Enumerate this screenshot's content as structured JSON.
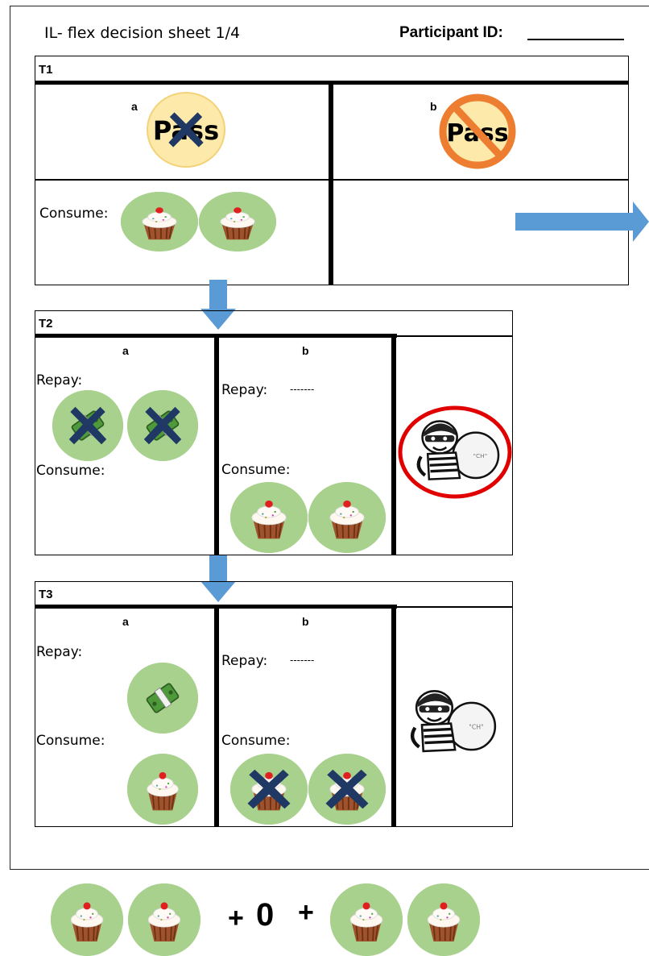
{
  "header": {
    "title": "IL- flex decision sheet 1/4",
    "participant_label": "Participant ID:"
  },
  "t1": {
    "label": "T1",
    "col_a": "a",
    "col_b": "b",
    "consume_label": "Consume:",
    "pass_text": "Pass"
  },
  "t2": {
    "label": "T2",
    "col_a": "a",
    "col_b": "b",
    "repay_a": "Repay:",
    "consume_a": "Consume:",
    "repay_b": "Repay:",
    "repay_b_dash": "-------",
    "consume_b": "Consume:"
  },
  "t3": {
    "label": "T3",
    "col_a": "a",
    "col_b": "b",
    "repay_a": "Repay:",
    "consume_a": "Consume:",
    "repay_b": "Repay:",
    "repay_b_dash": "-------",
    "consume_b": "Consume:"
  },
  "summary": {
    "plus1": "+",
    "zero": "0",
    "plus2": "+"
  },
  "icons": {
    "cupcake": "cupcake-icon",
    "money": "money-icon",
    "cross": "cross-icon",
    "pass": "pass-icon",
    "no_pass": "no-pass-icon",
    "robber": "robber-icon",
    "arrow": "arrow-icon"
  },
  "colors": {
    "green_circle": "#a8d18d",
    "cross": "#1f3864",
    "arrow": "#5b9bd5",
    "pass_bg": "#fde9a9",
    "no_pass": "#ed7d31",
    "robber_ring": "#e00000"
  }
}
